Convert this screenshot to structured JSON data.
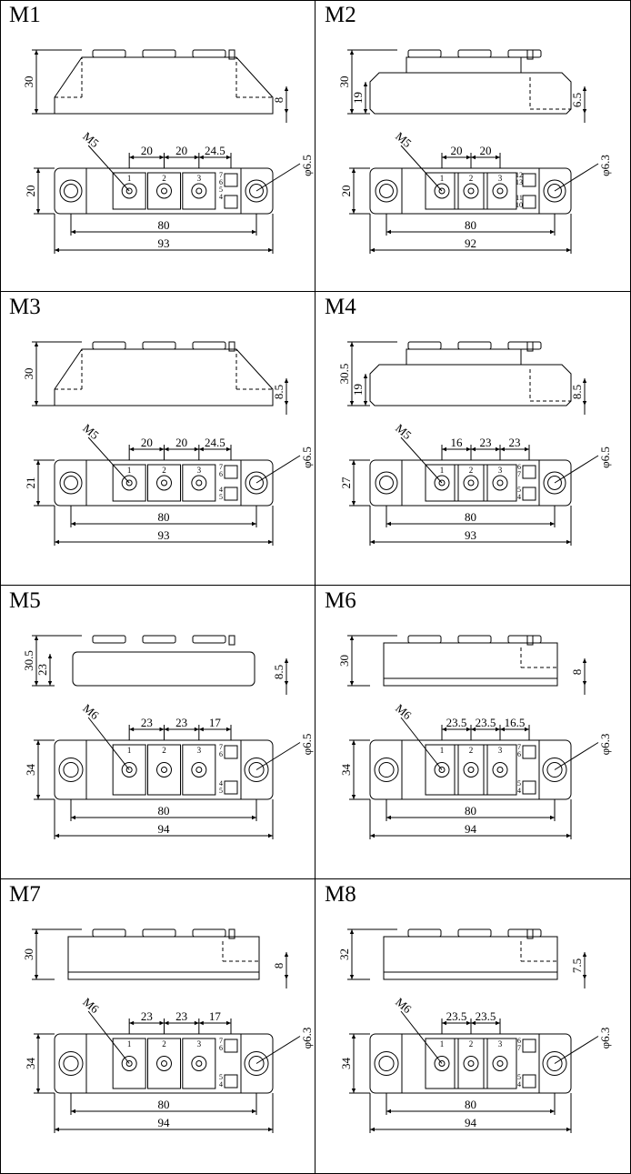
{
  "panels": [
    {
      "label": "M1",
      "heights": [
        "30",
        "8"
      ],
      "stud": "M5",
      "pitch": [
        "20",
        "20",
        "24.5"
      ],
      "width": "20",
      "hole": "φ6.5",
      "inner": "80",
      "outer": "93",
      "terminals": [
        "1",
        "2",
        "3"
      ],
      "aux_top": [
        "7",
        "6",
        "5",
        "4"
      ],
      "aux_bottom": []
    },
    {
      "label": "M2",
      "heights": [
        "30",
        "19",
        "6.5"
      ],
      "stud": "M5",
      "pitch": [
        "20",
        "20"
      ],
      "width": "20",
      "hole": "φ6.3",
      "inner": "80",
      "outer": "92",
      "terminals": [
        "1",
        "2",
        "3"
      ],
      "aux_top": [
        "12",
        "13"
      ],
      "aux_bottom": [
        "11",
        "10"
      ]
    },
    {
      "label": "M3",
      "heights": [
        "30",
        "8.5"
      ],
      "stud": "M5",
      "pitch": [
        "20",
        "20",
        "24.5"
      ],
      "width": "21",
      "hole": "φ6.5",
      "inner": "80",
      "outer": "93",
      "terminals": [
        "1",
        "2",
        "3"
      ],
      "aux_top": [
        "7",
        "6"
      ],
      "aux_bottom": [
        "4",
        "5"
      ]
    },
    {
      "label": "M4",
      "heights": [
        "30.5",
        "19",
        "8.5"
      ],
      "stud": "M5",
      "pitch": [
        "16",
        "23",
        "23"
      ],
      "width": "27",
      "hole": "φ6.5",
      "inner": "80",
      "outer": "93",
      "terminals": [
        "1",
        "2",
        "3"
      ],
      "aux_top": [
        "6",
        "7"
      ],
      "aux_bottom": [
        "5",
        "4"
      ]
    },
    {
      "label": "M5",
      "heights": [
        "30.5",
        "23",
        "8.5"
      ],
      "stud": "M6",
      "pitch": [
        "23",
        "23",
        "17"
      ],
      "width": "34",
      "hole": "φ6.5",
      "inner": "80",
      "outer": "94",
      "terminals": [
        "1",
        "2",
        "3"
      ],
      "aux_top": [
        "7",
        "6"
      ],
      "aux_bottom": [
        "4",
        "5"
      ]
    },
    {
      "label": "M6",
      "heights": [
        "30",
        "8"
      ],
      "stud": "M6",
      "pitch": [
        "23.5",
        "23.5",
        "16.5"
      ],
      "width": "34",
      "hole": "φ6.3",
      "inner": "80",
      "outer": "94",
      "terminals": [
        "1",
        "2",
        "3"
      ],
      "aux_top": [
        "7",
        "6"
      ],
      "aux_bottom": [
        "5",
        "4"
      ]
    },
    {
      "label": "M7",
      "heights": [
        "30",
        "8"
      ],
      "stud": "M6",
      "pitch": [
        "23",
        "23",
        "17"
      ],
      "width": "34",
      "hole": "φ6.3",
      "inner": "80",
      "outer": "94",
      "terminals": [
        "1",
        "2",
        "3"
      ],
      "aux_top": [
        "7",
        "6"
      ],
      "aux_bottom": [
        "5",
        "4"
      ]
    },
    {
      "label": "M8",
      "heights": [
        "32",
        "7.5"
      ],
      "stud": "M6",
      "pitch": [
        "23.5",
        "23.5"
      ],
      "width": "34",
      "hole": "φ6.3",
      "inner": "80",
      "outer": "94",
      "terminals": [
        "1",
        "2",
        "3"
      ],
      "aux_top": [
        "6",
        "7"
      ],
      "aux_bottom": [
        "5",
        "4"
      ]
    }
  ]
}
